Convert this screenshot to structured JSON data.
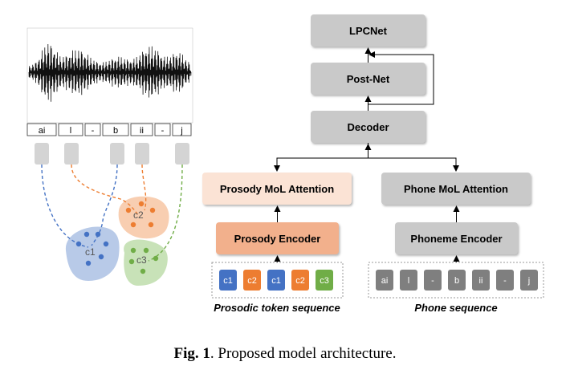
{
  "caption": {
    "label": "Fig. 1",
    "text": ". Proposed model architecture."
  },
  "phone_segments": [
    "ai",
    "l",
    "-",
    "b",
    "ii",
    "-",
    "j"
  ],
  "clusters": [
    "c1",
    "c2",
    "c3"
  ],
  "blocks": {
    "lpcnet": "LPCNet",
    "postnet": "Post-Net",
    "decoder": "Decoder",
    "prosody_attention": "Prosody MoL Attention",
    "phone_attention": "Phone MoL Attention",
    "prosody_encoder": "Prosody Encoder",
    "phoneme_encoder": "Phoneme Encoder"
  },
  "prosodic_tokens": [
    "c1",
    "c2",
    "c1",
    "c2",
    "c3"
  ],
  "phone_tokens": [
    "ai",
    "l",
    "-",
    "b",
    "ii",
    "-",
    "j"
  ],
  "sequence_labels": {
    "prosodic": "Prosodic token sequence",
    "phone": "Phone sequence"
  },
  "colors": {
    "block_gray": "#c9c9c9",
    "prosody_attention_fill": "#fbe3d5",
    "prosody_encoder_fill": "#f2b08c",
    "c1": "#4472c4",
    "c2": "#ed7d31",
    "c3": "#70ad47",
    "phone_token": "#7f7f7f"
  }
}
